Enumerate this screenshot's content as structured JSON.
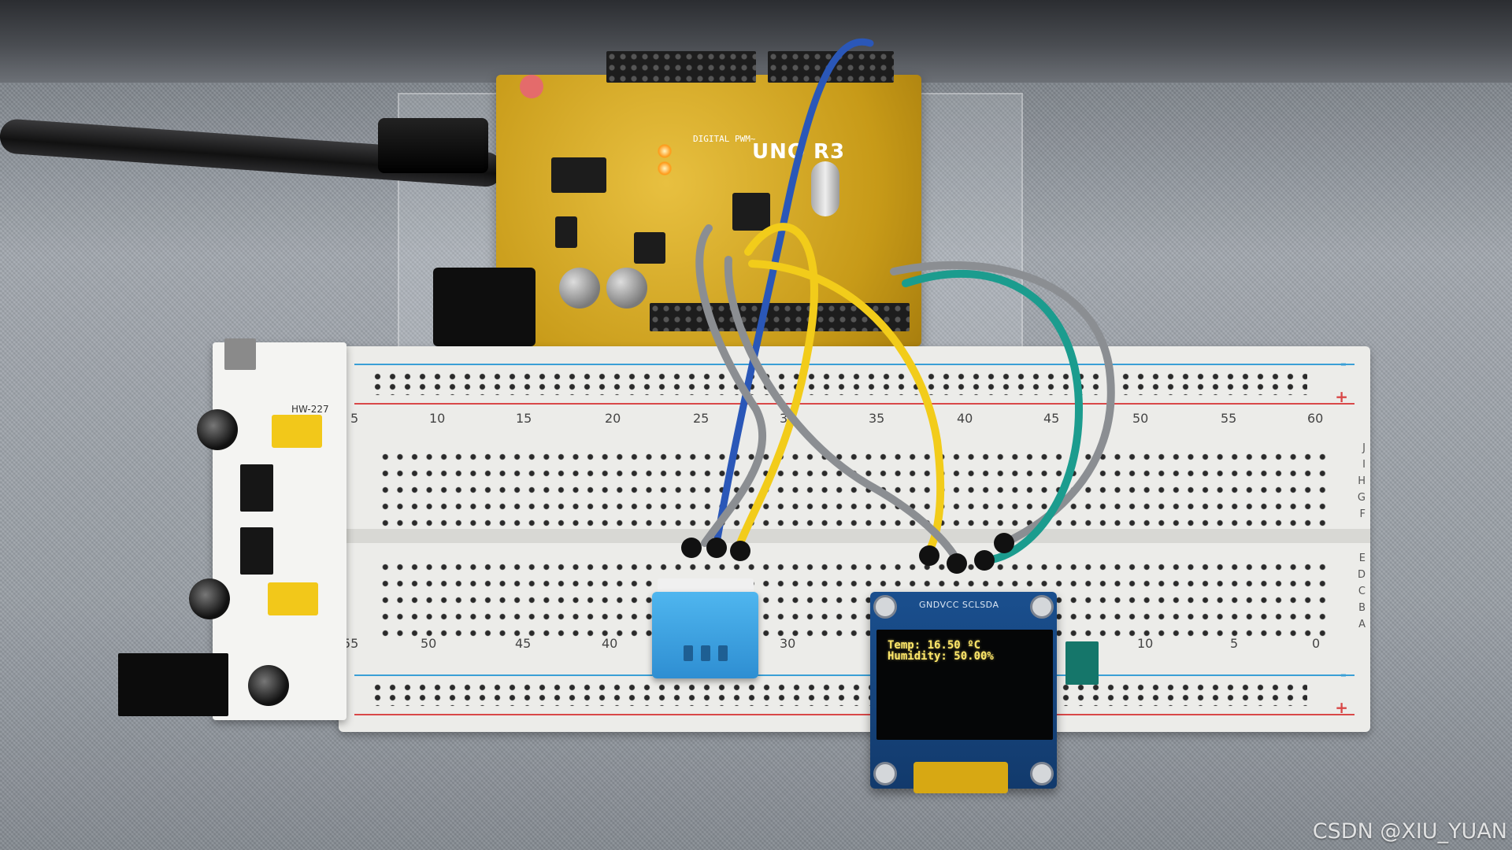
{
  "arduino": {
    "board_label": "UNO R3",
    "digital_label": "DIGITAL PWM~"
  },
  "psu": {
    "model_label": "HW-227"
  },
  "breadboard": {
    "top_numbers": [
      "5",
      "10",
      "15",
      "20",
      "25",
      "30",
      "35",
      "40",
      "45",
      "50",
      "55",
      "60"
    ],
    "bottom_numbers": [
      "55",
      "50",
      "45",
      "40",
      "",
      "30",
      "",
      "",
      "",
      "10",
      "5",
      "0"
    ],
    "upper_row_letters": [
      "J",
      "I",
      "H",
      "G",
      "F"
    ],
    "lower_row_letters": [
      "E",
      "D",
      "C",
      "B",
      "A"
    ],
    "rail_minus": "-",
    "rail_plus": "+"
  },
  "oled": {
    "pin_labels": "GNDVCC SCLSDA",
    "line1": "Temp: 16.50 ºC",
    "line2": "Humidity: 50.00%"
  },
  "watermark": "CSDN @XIU_YUAN",
  "colors": {
    "arduino_board": "#c79a18",
    "oled_board": "#1a4f8e",
    "oled_text": "#6fd0ff",
    "oled_text_yellow": "#ffe86a",
    "dht11_body": "#3a9fe0",
    "wire_blue": "#2a57b8",
    "wire_yellow": "#f2cc1a",
    "wire_gray": "#8b8e92",
    "wire_teal": "#1b9c8e"
  }
}
